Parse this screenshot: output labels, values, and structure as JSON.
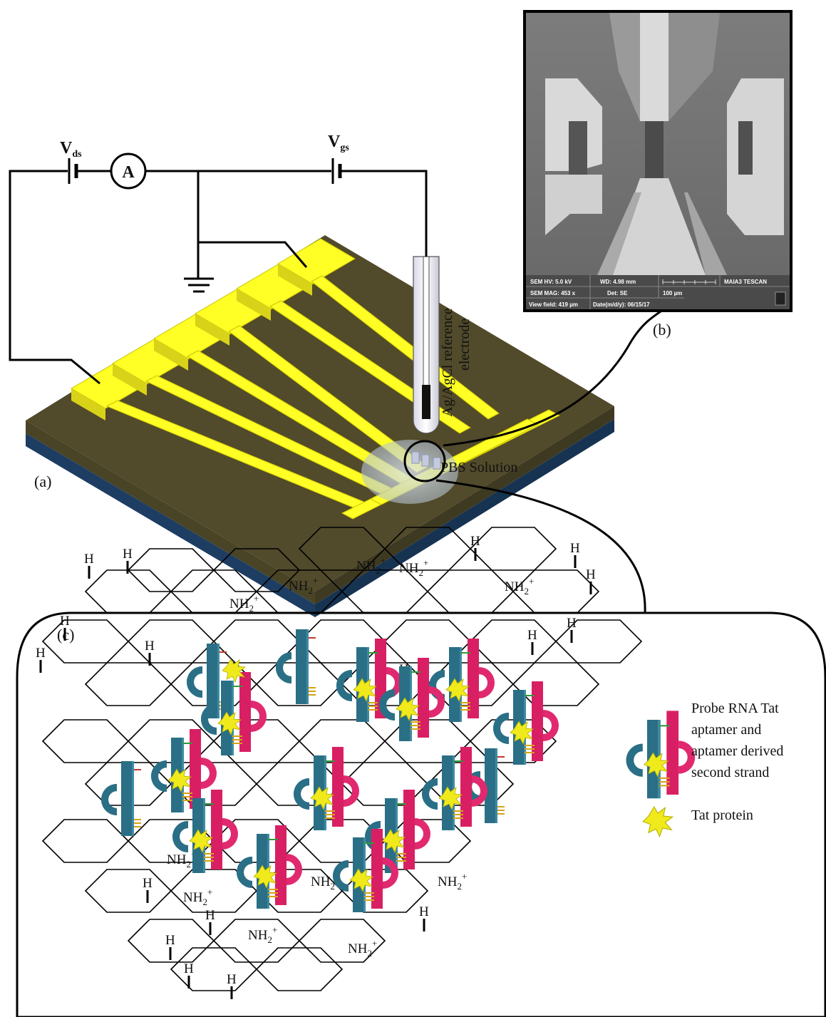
{
  "panels": {
    "a": "(a)",
    "b": "(b)",
    "c": "(c)"
  },
  "circuit": {
    "vds_main": "V",
    "vds_sub": "ds",
    "vgs_main": "V",
    "vgs_sub": "gs",
    "ammeter": "A"
  },
  "electrode_label_1": "Ag/AgCl reference",
  "electrode_label_2": "electrode",
  "pbs_label": "PBS Solution",
  "sem_info": {
    "hv": "SEM HV: 5.0 kV",
    "wd": "WD: 4.98 mm",
    "brand": "MAIA3 TESCAN",
    "mag": "SEM MAG: 453 x",
    "det": "Det: SE",
    "scale": "100 µm",
    "view": "View field: 419 µm",
    "date": "Date(m/d/y): 06/15/17"
  },
  "legend": {
    "probe_1": "Probe RNA Tat",
    "probe_2": "aptamer and",
    "probe_3": "aptamer derived",
    "probe_4": "second strand",
    "tat": "Tat protein"
  },
  "chem": {
    "h": "H",
    "nh2": "NH",
    "nh2_sub": "2",
    "nh2_sup": "+"
  },
  "colors": {
    "substrate_top": "#514a2b",
    "substrate_blue": "#1d3d63",
    "gold": "#ffff26",
    "aptamer_teal": "#2a6f86",
    "strand_pink": "#d91f63",
    "protein_yellow": "#f0ea1c"
  }
}
